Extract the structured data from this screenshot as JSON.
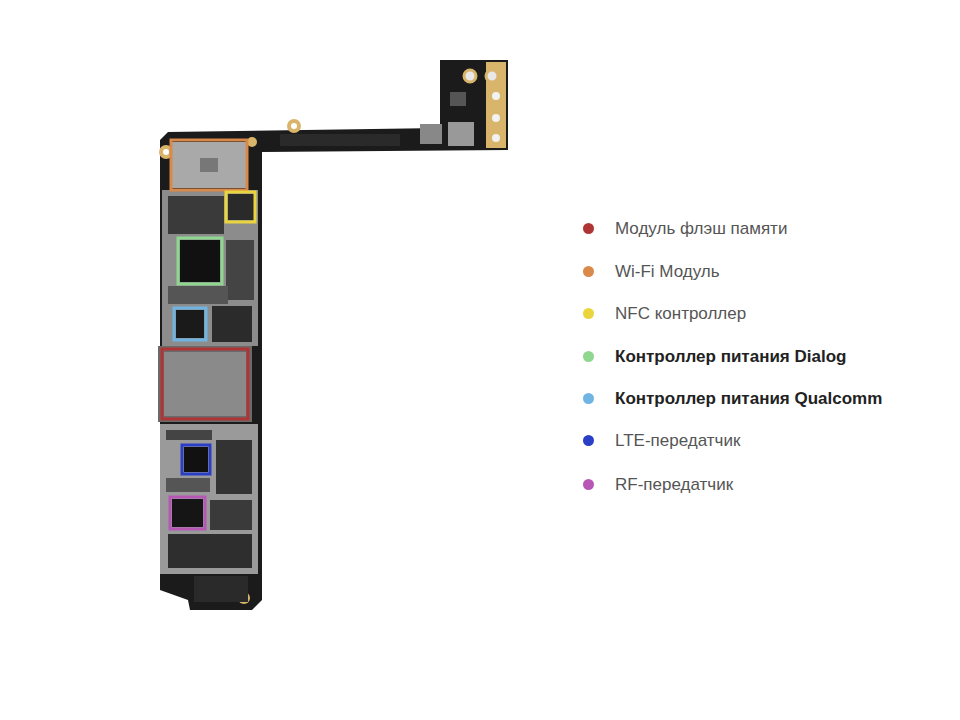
{
  "diagram": {
    "legend": [
      {
        "text": "Модуль флэш памяти",
        "color": "#b03434"
      },
      {
        "text": "Wi-Fi Модуль",
        "color": "#d9894a"
      },
      {
        "text": "NFC контроллер",
        "color": "#ebd53c"
      },
      {
        "text": "Контроллер питания Dialog",
        "color": "#8fd68f"
      },
      {
        "text": "Контроллер питания Qualcomm",
        "color": "#6fb4e2"
      },
      {
        "text": "LTE-передатчик",
        "color": "#2b3fc6"
      },
      {
        "text": "RF-передатчик",
        "color": "#b657b6"
      }
    ]
  }
}
